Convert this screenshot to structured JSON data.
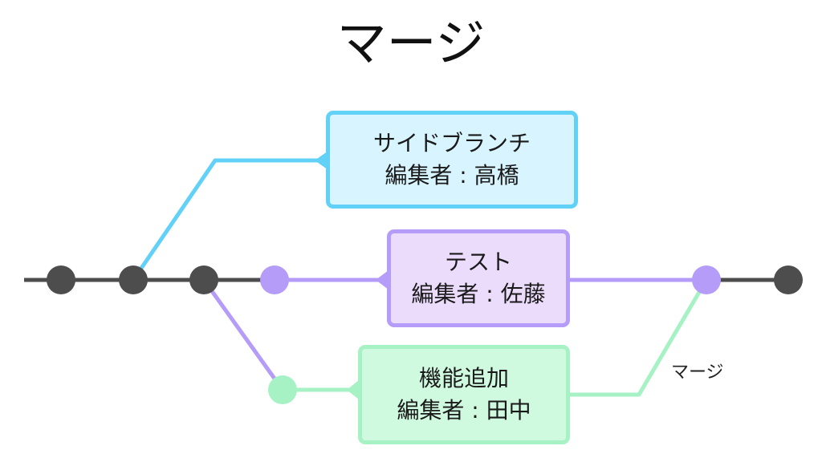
{
  "title": "マージ",
  "colors": {
    "main": "#4d4d4d",
    "side_branch": "#62d1f8",
    "test_branch": "#b49cf8",
    "feature_branch": "#a6f2c4"
  },
  "branches": [
    {
      "id": "side",
      "name": "サイドブランチ",
      "editor_line": "編集者 : 高橋"
    },
    {
      "id": "test",
      "name": "テスト",
      "editor_line": "編集者 : 佐藤"
    },
    {
      "id": "feature",
      "name": "機能追加",
      "editor_line": "編集者 : 田中"
    }
  ],
  "merge_label": "マージ"
}
